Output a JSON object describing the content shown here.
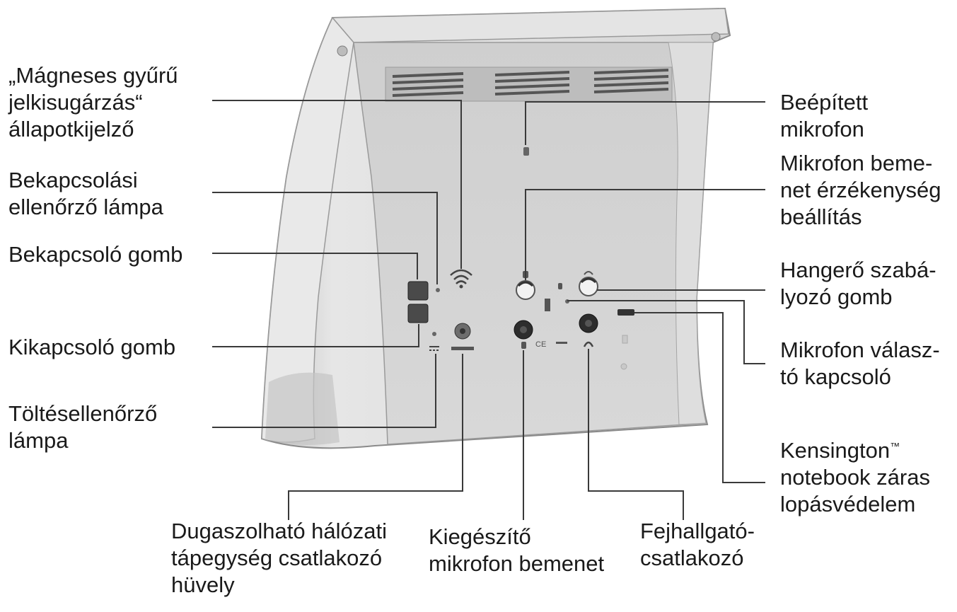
{
  "labels": {
    "magnetic_ring": [
      "„Mágneses gyűrű",
      "jelkisugárzás“",
      "állapotkijelző"
    ],
    "power_indicator": [
      "Bekapcsolási",
      "ellenőrző lámpa"
    ],
    "power_on_button": [
      "Bekapcsoló gomb"
    ],
    "power_off_button": [
      "Kikapcsoló gomb"
    ],
    "charge_indicator": [
      "Töltésellenőrző",
      "lámpa"
    ],
    "builtin_mic": [
      "Beépített",
      "mikrofon"
    ],
    "mic_sensitivity": [
      "Mikrofon beme-",
      "net érzékenység",
      "beállítás"
    ],
    "volume_knob": [
      "Hangerő szabá-",
      "lyozó gomb"
    ],
    "mic_selector": [
      "Mikrofon válasz-",
      "tó kapcsoló"
    ],
    "kensington": [
      "Kensington",
      "notebook záras",
      "lopásvédelem"
    ],
    "kensington_tm": "™",
    "power_jack": [
      "Dugaszolható hálózati",
      "tápegység csatlakozó",
      "hüvely"
    ],
    "ext_mic": [
      "Kiegészítő",
      "mikrofon bemenet"
    ],
    "headphone": [
      "Fejhallgató-",
      "csatlakozó"
    ]
  },
  "colors": {
    "line": "#3a3a3a",
    "text": "#1a1a1a",
    "device_body": "#d9d9d9",
    "device_panel": "#c8c8c8",
    "device_shadow": "#9a9a9a"
  }
}
